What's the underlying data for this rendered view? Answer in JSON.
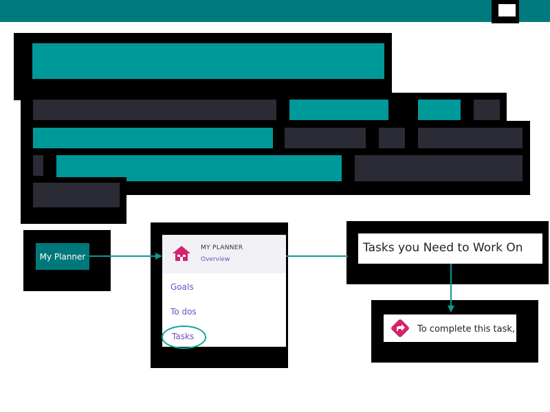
{
  "planner_button": {
    "label": "My Planner"
  },
  "menu_panel": {
    "title": "MY PLANNER",
    "subtitle": "Overview",
    "items": [
      {
        "label": "Goals"
      },
      {
        "label": "To dos"
      },
      {
        "label": "Tasks"
      }
    ]
  },
  "callout_title": {
    "text": "Tasks you Need to Work On"
  },
  "callout_instruction": {
    "text": "To complete this task,"
  },
  "colors": {
    "header_teal": "#007a7c",
    "redacted_teal": "#009999",
    "redacted_dark": "#2b2b35",
    "link_purple": "#6a4fc4",
    "icon_pink": "#d1236f",
    "highlight_teal": "#0aa59a"
  },
  "icons": {
    "home": "home-icon",
    "share": "share-arrow-icon"
  }
}
